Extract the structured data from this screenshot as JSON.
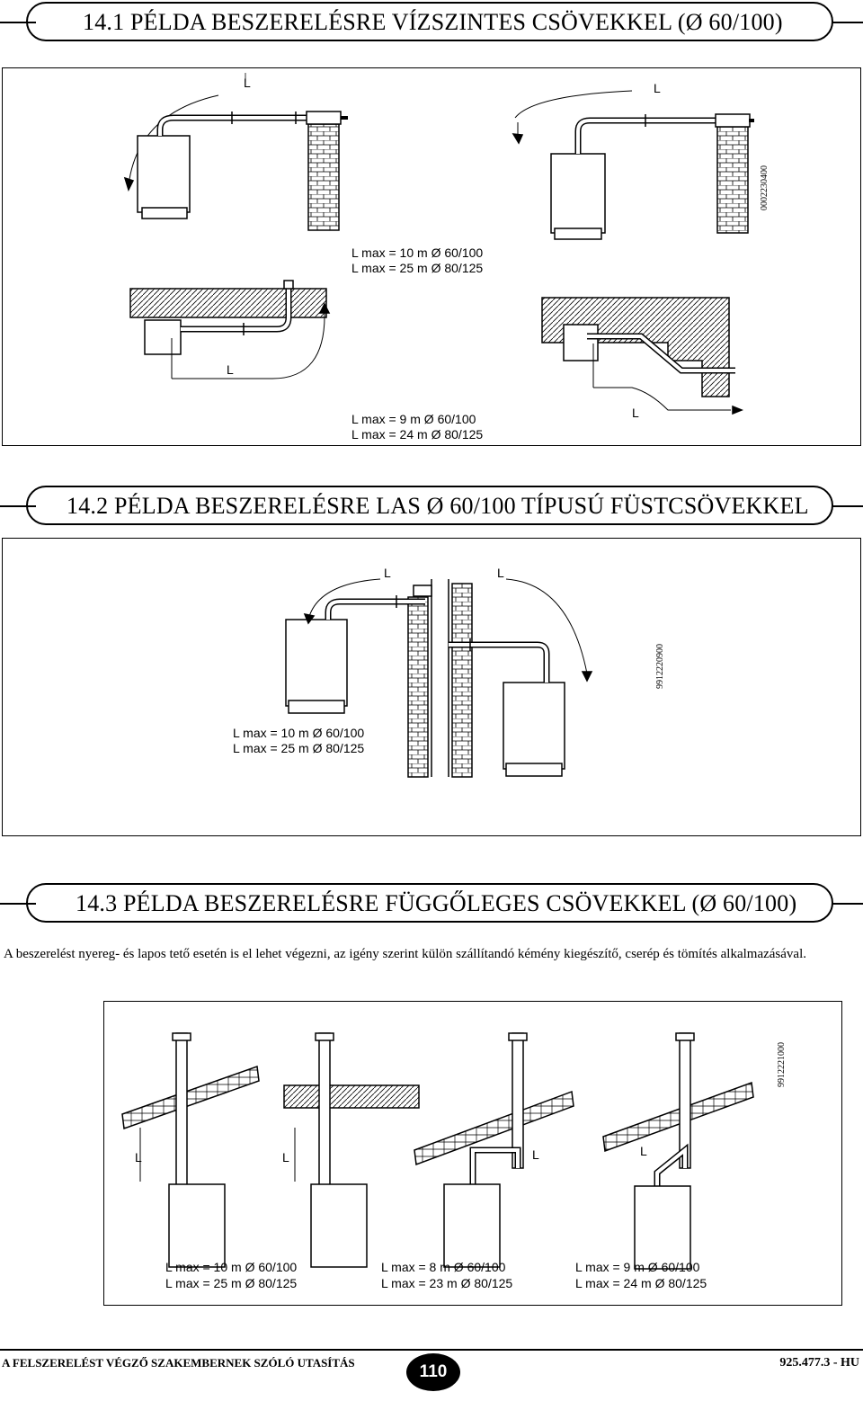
{
  "sections": [
    {
      "title": "14.1 PÉLDA BESZERELÉSRE VÍZSZINTES CSÖVEKKEL (Ø 60/100)"
    },
    {
      "title": "14.2 PÉLDA BESZERELÉSRE LAS Ø 60/100 TÍPUSÚ FÜSTCSÖVEKKEL"
    },
    {
      "title": "14.3 PÉLDA BESZERELÉSRE FÜGGŐLEGES CSÖVEKKEL (Ø 60/100)"
    }
  ],
  "panel1": {
    "code": "0002230400",
    "dim_label": "L",
    "spec_a": [
      "L max = 10 m Ø 60/100",
      "L max = 25 m Ø 80/125"
    ],
    "spec_b": [
      "L max = 9 m Ø 60/100",
      "L max = 24 m Ø 80/125"
    ]
  },
  "panel2": {
    "code": "9912220900",
    "dim_label": "L",
    "spec": [
      "L max = 10 m Ø 60/100",
      "L max = 25 m Ø 80/125"
    ]
  },
  "intro": "A beszerelést nyereg- és lapos tető esetén is el lehet végezni, az igény szerint külön szállítandó kémény kiegészítő, cserép és tömítés alkalmazásával.",
  "panel3": {
    "code": "9912221000",
    "dim_label": "L",
    "spec_a": [
      "L max = 10 m Ø 60/100",
      "L max = 25 m Ø 80/125"
    ],
    "spec_b": [
      "L max = 8 m Ø 60/100",
      "L max = 23 m Ø 80/125"
    ],
    "spec_c": [
      "L max = 9 m Ø 60/100",
      "L max = 24 m Ø 80/125"
    ]
  },
  "footer": {
    "left": "A FELSZERELÉST VÉGZŐ SZAKEMBERNEK SZÓLÓ UTASÍTÁS",
    "page": "110",
    "right": "925.477.3 - HU"
  }
}
